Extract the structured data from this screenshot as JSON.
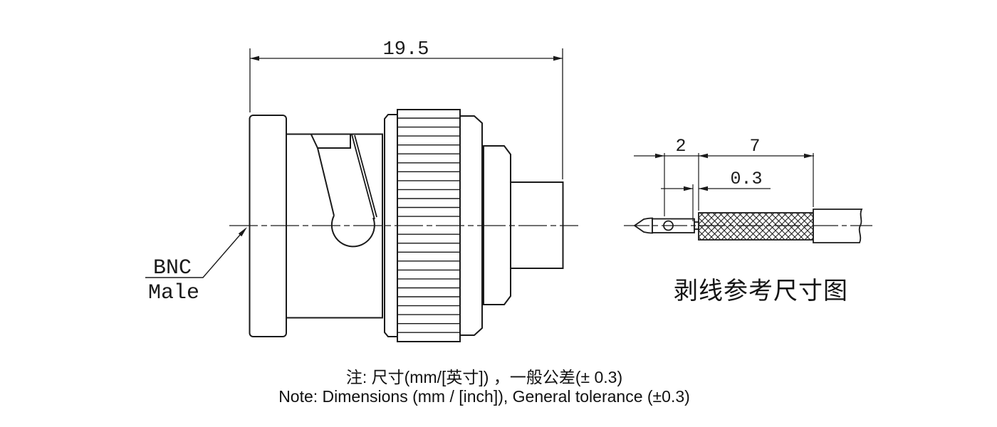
{
  "figure": {
    "connector": {
      "name_line1": "BNC",
      "name_line2": "Male",
      "overall_length": "19.5"
    },
    "strip": {
      "dim_pin_length": "2",
      "dim_braid_length": "7",
      "dim_dielectric_gap": "0.3",
      "caption": "剥线参考尺寸图"
    },
    "notes": {
      "zh": "注: 尺寸(mm/[英寸]) ，一般公差(± 0.3)",
      "en": "Note: Dimensions (mm / [inch]), General tolerance (±0.3)"
    },
    "colors": {
      "line": "#1a1a1a",
      "background": "#ffffff"
    }
  }
}
